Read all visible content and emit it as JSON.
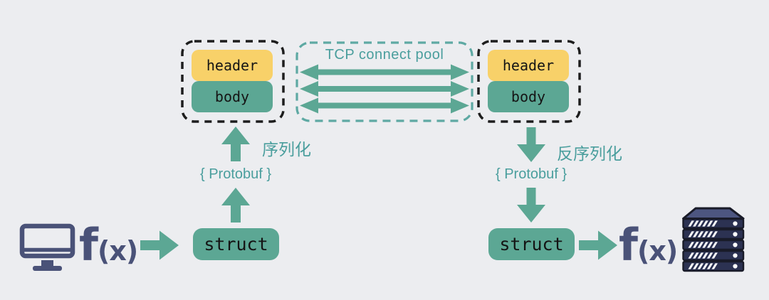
{
  "colors": {
    "background": "#ecedf0",
    "teal": "#5ca794",
    "teal_text": "#4a9e9d",
    "teal_dashed_border": "#5ea9a3",
    "yellow": "#f8d169",
    "navy": "#4a5278",
    "server_dark": "#2c3252",
    "dashed_black": "#1d1d1d"
  },
  "client": {
    "fn_f": "f",
    "fn_args": "(x)"
  },
  "server": {
    "fn_f": "f",
    "fn_args": "(x)"
  },
  "request_packet": {
    "header": "header",
    "body": "body"
  },
  "response_packet": {
    "header": "header",
    "body": "body"
  },
  "pool": {
    "title": "TCP connect pool",
    "connections": 3
  },
  "serialize": {
    "label": "序列化",
    "codec": "{ Protobuf }",
    "struct": "struct"
  },
  "deserialize": {
    "label": "反序列化",
    "codec": "{ Protobuf }",
    "struct": "struct"
  },
  "icons": {
    "client_device": "desktop-monitor-icon",
    "server_device": "server-rack-icon",
    "server_rack_units": 5,
    "server_rack_stripes_per_unit": 6
  }
}
